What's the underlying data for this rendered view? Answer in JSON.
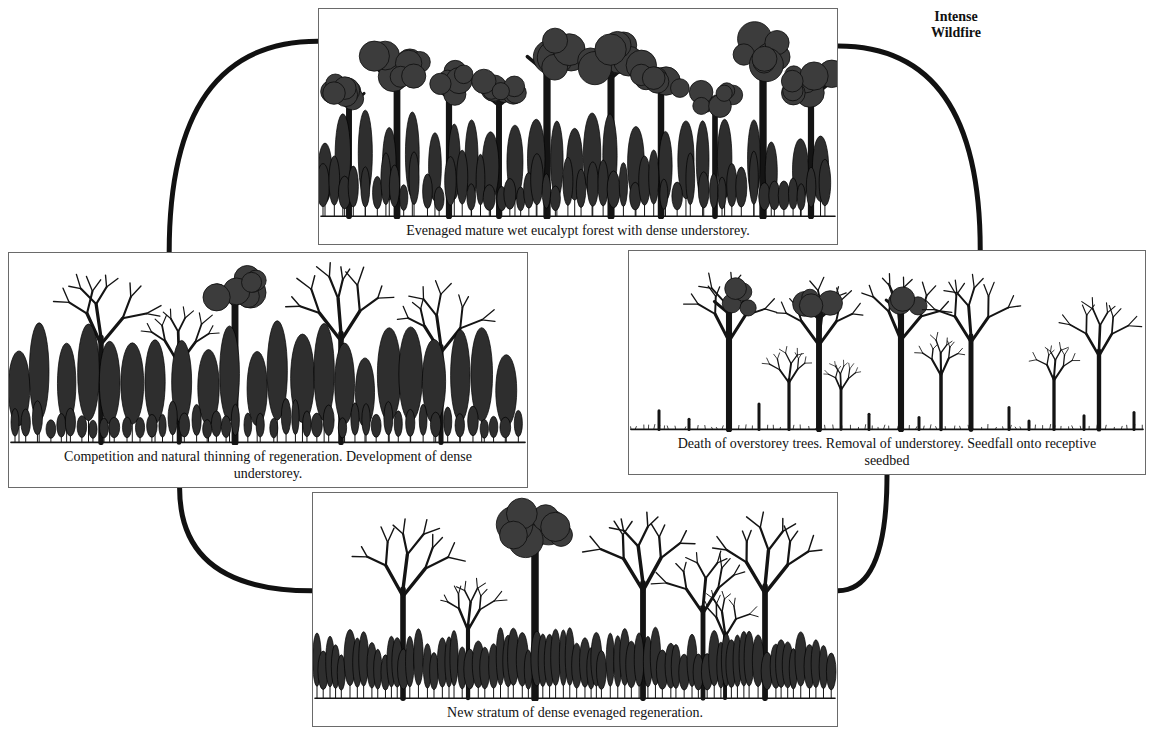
{
  "diagram": {
    "nodes": [
      {
        "text": [
          "Evenaged mature wet eucalypt forest with dense understorey."
        ]
      },
      {
        "text": [
          "Competition and natural thinning of regeneration. Development of dense understorey."
        ]
      },
      {
        "text": [
          "Death of overstorey trees. Removal of understorey. Seedfall onto receptive seedbed"
        ]
      },
      {
        "text": [
          "New stratum of dense evenaged regeneration."
        ]
      }
    ],
    "edges": [
      {
        "from": 0,
        "to": 2,
        "arrow": "none",
        "label": "Intense Wildfire"
      },
      {
        "from": 2,
        "to": 3,
        "arrow": "none"
      },
      {
        "from": 3,
        "to": 1,
        "arrow": "none"
      },
      {
        "from": 1,
        "to": 0,
        "arrow": "none"
      }
    ]
  }
}
